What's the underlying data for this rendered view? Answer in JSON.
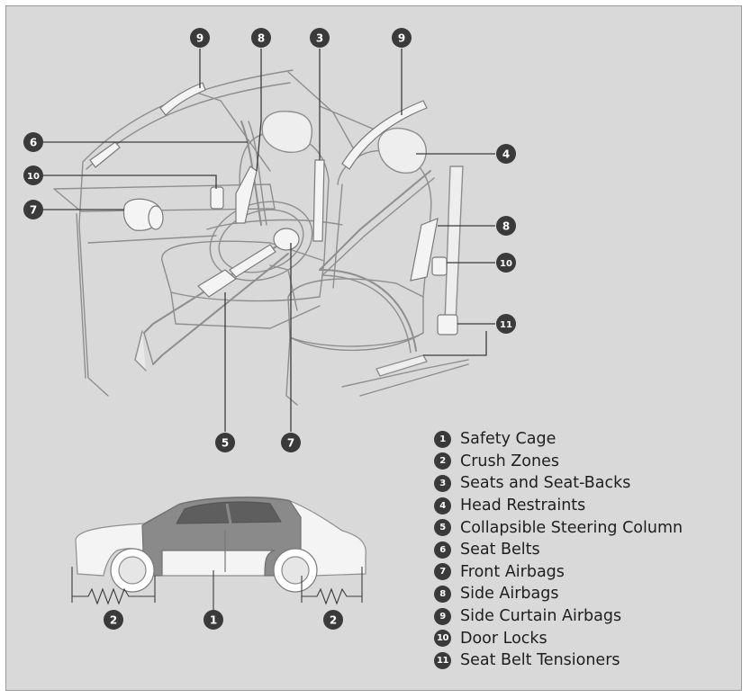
{
  "colors": {
    "background": "#d9d9d9",
    "badge": "#3a3a3a",
    "line": "#3c3c3c",
    "sketch": "#8e8e8e",
    "highlight": "#f4f4f4"
  },
  "callouts": {
    "top_9_left": "9",
    "top_8": "8",
    "top_3": "3",
    "top_9_right": "9",
    "left_6": "6",
    "left_10": "10",
    "left_7": "7",
    "right_4": "4",
    "right_8": "8",
    "right_10": "10",
    "right_11": "11",
    "bottom_5": "5",
    "bottom_7": "7",
    "car_2_left": "2",
    "car_1": "1",
    "car_2_right": "2"
  },
  "legend": [
    {
      "number": "1",
      "label": "Safety Cage"
    },
    {
      "number": "2",
      "label": "Crush Zones"
    },
    {
      "number": "3",
      "label": "Seats and Seat-Backs"
    },
    {
      "number": "4",
      "label": "Head Restraints"
    },
    {
      "number": "5",
      "label": "Collapsible Steering Column"
    },
    {
      "number": "6",
      "label": "Seat Belts"
    },
    {
      "number": "7",
      "label": "Front Airbags"
    },
    {
      "number": "8",
      "label": "Side Airbags"
    },
    {
      "number": "9",
      "label": "Side Curtain Airbags"
    },
    {
      "number": "10",
      "label": "Door Locks"
    },
    {
      "number": "11",
      "label": "Seat Belt Tensioners"
    }
  ]
}
